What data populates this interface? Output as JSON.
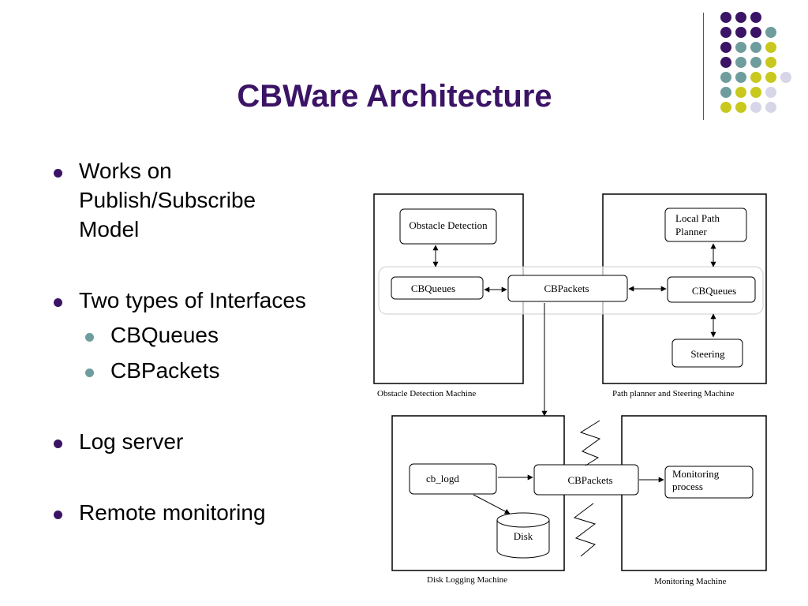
{
  "slide": {
    "title": "CBWare Architecture",
    "bullets": [
      {
        "text": "Works on\nPublish/Subscribe\nModel"
      },
      {
        "text": "Two types of Interfaces",
        "sub": [
          "CBQueues",
          "CBPackets"
        ]
      },
      {
        "text": "Log server"
      },
      {
        "text": "Remote monitoring"
      }
    ]
  },
  "diagram": {
    "machine_labels": {
      "obstacle": "Obstacle Detection Machine",
      "path_planner": "Path planner and Steering Machine",
      "disk_logging": "Disk Logging Machine",
      "monitoring": "Monitoring Machine"
    },
    "boxes": {
      "obstacle_detection": "Obstacle Detection",
      "local_path_planner_1": "Local Path",
      "local_path_planner_2": "Planner",
      "cbqueues_left": "CBQueues",
      "cbpackets_top": "CBPackets",
      "cbqueues_right": "CBQueues",
      "steering": "Steering",
      "cb_logd": "cb_logd",
      "cbpackets_bottom": "CBPackets",
      "monitoring_process_1": "Monitoring",
      "monitoring_process_2": "process",
      "disk": "Disk"
    }
  },
  "colors": {
    "title": "#3b1466",
    "dot_purple": "#3b1466",
    "dot_teal": "#6f9d9d",
    "dot_yellow": "#c8c81e",
    "dot_lavender": "#d6d6e8"
  }
}
